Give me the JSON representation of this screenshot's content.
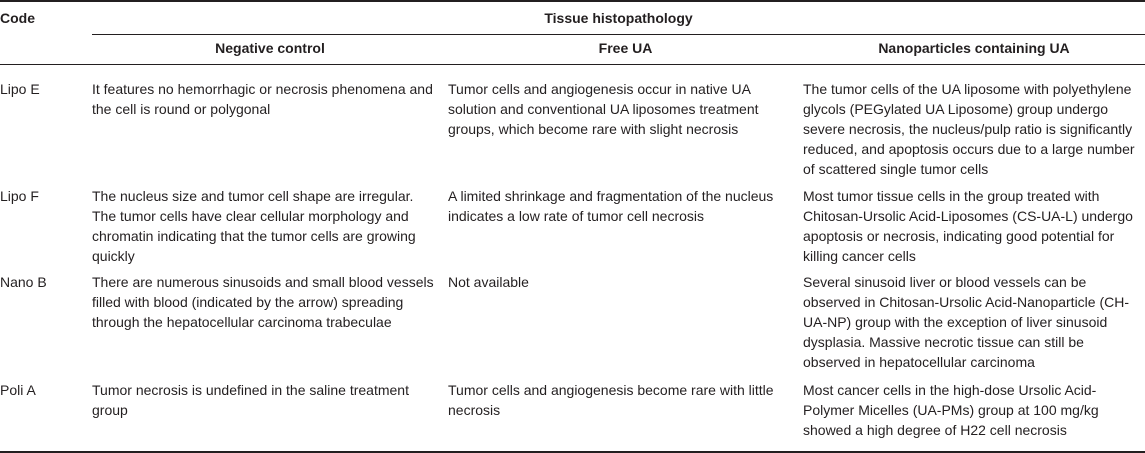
{
  "header": {
    "code": "Code",
    "span": "Tissue histopathology",
    "columns": [
      "Negative control",
      "Free UA",
      "Nanoparticles containing UA"
    ]
  },
  "rows": [
    {
      "code": "Lipo E",
      "negative": "It features no hemorrhagic or necrosis phenomena and the cell is round or polygonal",
      "free": "Tumor cells and angiogenesis occur in native UA solution and conventional UA liposomes treatment groups, which become rare with slight necrosis",
      "nano": "The tumor cells of the UA liposome with polyethylene glycols (PEGylated UA Liposome) group undergo severe necrosis, the nucleus/pulp ratio is significantly reduced, and apoptosis occurs due to a large number of scattered single tumor cells"
    },
    {
      "code": "Lipo F",
      "negative": "The nucleus size and tumor cell shape are irregular. The tumor cells have clear cellular morphology and chromatin indicating that the tumor cells are growing quickly",
      "free": "A limited shrinkage and fragmentation of the nucleus indicates a low rate of tumor cell necrosis",
      "nano": "Most tumor tissue cells in the group treated with Chitosan-Ursolic Acid-Liposomes (CS-UA-L) undergo apoptosis or necrosis, indicating good potential for killing cancer cells"
    },
    {
      "code": "Nano B",
      "negative": "There are numerous sinusoids and small blood vessels filled with blood (indicated by the arrow) spreading through the hepatocellular carcinoma trabeculae",
      "free": "Not available",
      "nano": "Several sinusoid liver or blood vessels can be observed in Chitosan-Ursolic Acid-Nanoparticle (CH-UA-NP) group with the exception of liver sinusoid dysplasia. Massive necrotic tissue can still be observed in hepatocellular carcinoma"
    },
    {
      "code": "Poli A",
      "negative": "Tumor necrosis is undefined in the saline treatment group",
      "free": "Tumor cells and angiogenesis become rare with little necrosis",
      "nano": "Most cancer cells in the high-dose Ursolic Acid-Polymer Micelles (UA-PMs) group at 100 mg/kg showed a high degree of H22 cell necrosis"
    }
  ]
}
